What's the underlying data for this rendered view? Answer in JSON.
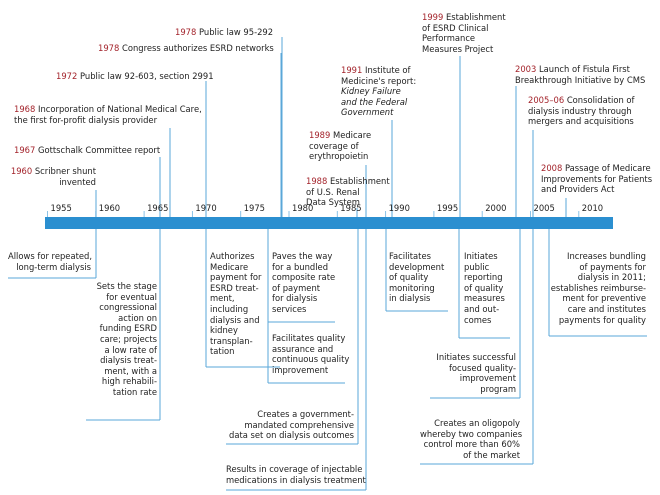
{
  "timeline": {
    "ticks": [
      "1955",
      "1960",
      "1965",
      "1970",
      "1975",
      "1980",
      "1985",
      "1990",
      "1995",
      "2000",
      "2005",
      "2010"
    ],
    "accent_color": "#2b8fd0",
    "year_color": "#a3232b",
    "line_color": "#5aa7d8"
  },
  "events": [
    {
      "id": "scribner",
      "year": "1960",
      "lines": [
        " Scribner shunt",
        "invented"
      ]
    },
    {
      "id": "gottschalk",
      "year": "1967",
      "lines": [
        " Gottschalk Committee report"
      ]
    },
    {
      "id": "nmc",
      "year": "1968",
      "lines": [
        " Incorporation of National Medical Care,",
        "the first for-profit dialysis provider"
      ]
    },
    {
      "id": "pl92603",
      "year": "1972",
      "lines": [
        " Public law 92-603, section 2991"
      ]
    },
    {
      "id": "networks",
      "year": "1978",
      "lines": [
        " Congress authorizes ESRD networks"
      ]
    },
    {
      "id": "pl95292",
      "year": "1978",
      "lines": [
        " Public law 95-292"
      ]
    },
    {
      "id": "usrds",
      "year": "1988",
      "lines": [
        " Establishment",
        "of U.S. Renal",
        "Data System"
      ]
    },
    {
      "id": "epo",
      "year": "1989",
      "lines": [
        " Medicare",
        "coverage of",
        "erythropoietin"
      ]
    },
    {
      "id": "iom",
      "year": "1991",
      "lines": [
        " Institute of",
        "Medicine's report:"
      ],
      "italic_lines": [
        "Kidney Failure",
        "and the Federal",
        "Government"
      ]
    },
    {
      "id": "cpm",
      "year": "1999",
      "lines": [
        " Establishment",
        "of ESRD Clinical",
        "Performance",
        "Measures Project"
      ]
    },
    {
      "id": "fistula",
      "year": "2003",
      "lines": [
        " Launch of Fistula First",
        "Breakthrough Initiative by CMS"
      ]
    },
    {
      "id": "consolidation",
      "year": "2005–06",
      "lines": [
        " Consolidation of",
        "dialysis industry through",
        "mergers and acquisitions"
      ]
    },
    {
      "id": "mippa",
      "year": "2008",
      "lines": [
        " Passage of Medicare",
        "Improvements for Patients",
        "and Providers Act"
      ]
    }
  ],
  "impacts": [
    {
      "id": "allows",
      "lines": [
        "Allows for repeated,",
        "long-term dialysis"
      ]
    },
    {
      "id": "sets-stage",
      "lines": [
        "Sets the stage",
        "for eventual",
        "congressional",
        "action on",
        "funding ESRD",
        "care; projects",
        "a low rate of",
        "dialysis treat-",
        "ment, with a",
        "high rehabili-",
        "tation rate"
      ]
    },
    {
      "id": "authorizes",
      "lines": [
        "Authorizes",
        "Medicare",
        "payment for",
        "ESRD treat-",
        "ment,",
        "including",
        "dialysis and",
        "kidney",
        "transplan-",
        "tation"
      ]
    },
    {
      "id": "paves",
      "lines": [
        "Paves the way",
        "for a bundled",
        "composite rate",
        "of payment",
        "for dialysis",
        "services"
      ]
    },
    {
      "id": "qa",
      "lines": [
        "Facilitates  quality",
        "assurance and",
        "continuous quality",
        "improvement"
      ]
    },
    {
      "id": "dataset",
      "lines": [
        "Creates a government-",
        "mandated comprehensive",
        "data set on dialysis outcomes"
      ]
    },
    {
      "id": "injectable",
      "lines": [
        "Results in coverage of injectable",
        "medications in dialysis treatment"
      ]
    },
    {
      "id": "monitoring",
      "lines": [
        "Facilitates",
        "development",
        "of quality",
        "monitoring",
        "in dialysis"
      ]
    },
    {
      "id": "reporting",
      "lines": [
        "Initiates",
        "public",
        "reporting",
        "of quality",
        "measures",
        "and out-",
        "comes"
      ]
    },
    {
      "id": "qip",
      "lines": [
        "Initiates successful",
        "focused quality-",
        "improvement",
        "program"
      ]
    },
    {
      "id": "oligopoly",
      "lines": [
        "Creates an oligopoly",
        "whereby two companies",
        "control more than 60%",
        "of the market"
      ]
    },
    {
      "id": "bundling",
      "lines": [
        "Increases bundling",
        "of payments for",
        "dialysis in 2011;",
        "establishes reimburse-",
        "ment for preventive",
        "care and institutes",
        "payments for quality"
      ]
    }
  ]
}
